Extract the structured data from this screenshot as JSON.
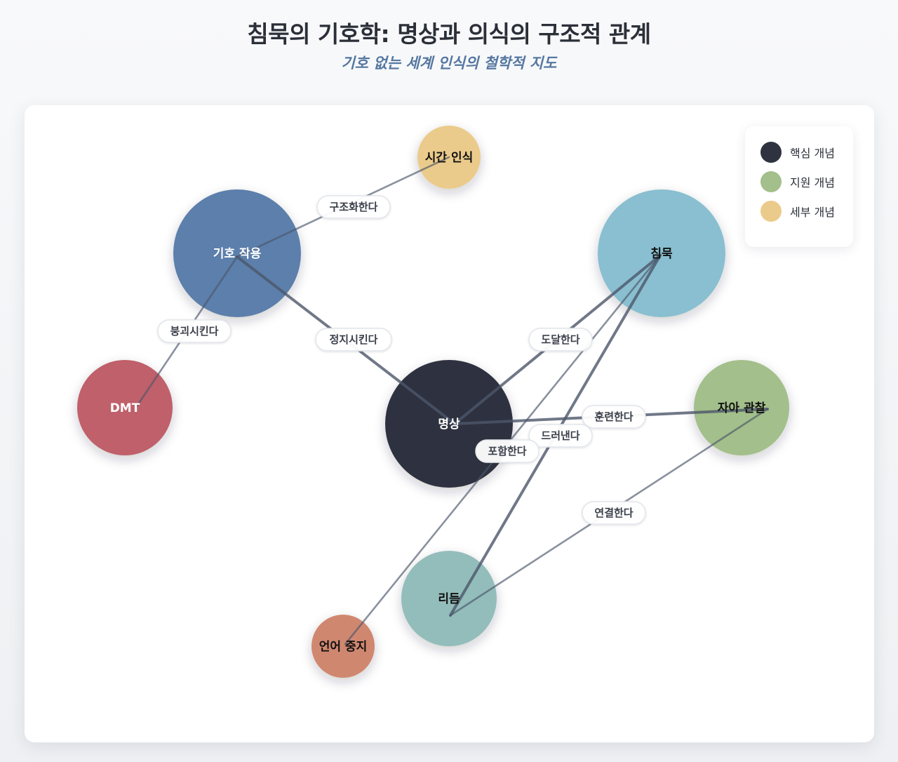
{
  "header": {
    "title": "침묵의 기호학: 명상과 의식의 구조적 관계",
    "subtitle": "기호 없는 세계 인식의 철학적 지도"
  },
  "legend": {
    "items": [
      {
        "label": "핵심 개념",
        "color": "#2f3340"
      },
      {
        "label": "지원 개념",
        "color": "#a3bf8b"
      },
      {
        "label": "세부 개념",
        "color": "#ebcb8b"
      }
    ]
  },
  "colors": {
    "edge": "#4c566a",
    "edge_label_bg": "#ffffff",
    "edge_label_border": "#e2e5ea"
  },
  "diagram": {
    "nodes": [
      {
        "id": "meditation",
        "label": "명상",
        "color": "#2f3340",
        "text_color": "#ffffff",
        "icon": "meditation-node"
      },
      {
        "id": "sign",
        "label": "기호 작용",
        "color": "#5b7fab",
        "text_color": "#ffffff",
        "icon": "sign-node"
      },
      {
        "id": "silence",
        "label": "침묵",
        "color": "#89bfd0",
        "text_color": "#111111",
        "icon": "silence-node"
      },
      {
        "id": "self",
        "label": "자아 관찰",
        "color": "#a3bf8b",
        "text_color": "#111111",
        "icon": "self-node"
      },
      {
        "id": "rhythm",
        "label": "리듬",
        "color": "#93bdbb",
        "text_color": "#111111",
        "icon": "rhythm-node"
      },
      {
        "id": "dmt",
        "label": "DMT",
        "color": "#bf616a",
        "text_color": "#ffffff",
        "icon": "dmt-node"
      },
      {
        "id": "time",
        "label": "시간 인식",
        "color": "#ebcb8b",
        "text_color": "#111111",
        "icon": "time-node"
      },
      {
        "id": "language",
        "label": "언어 중지",
        "color": "#d08770",
        "text_color": "#111111",
        "icon": "language-node"
      }
    ],
    "edges": [
      {
        "from": "meditation",
        "to": "sign",
        "label": "정지시킨다",
        "weight": 3
      },
      {
        "from": "meditation",
        "to": "silence",
        "label": "도달한다",
        "weight": 3
      },
      {
        "from": "meditation",
        "to": "self",
        "label": "훈련한다",
        "weight": 3
      },
      {
        "from": "silence",
        "to": "rhythm",
        "label": "드러낸다",
        "weight": 3
      },
      {
        "from": "silence",
        "to": "language",
        "label": "포함한다",
        "weight": 2
      },
      {
        "from": "sign",
        "to": "dmt",
        "label": "붕괴시킨다",
        "weight": 2
      },
      {
        "from": "sign",
        "to": "time",
        "label": "구조화한다",
        "weight": 2
      },
      {
        "from": "rhythm",
        "to": "self",
        "label": "연결한다",
        "weight": 2
      }
    ]
  }
}
